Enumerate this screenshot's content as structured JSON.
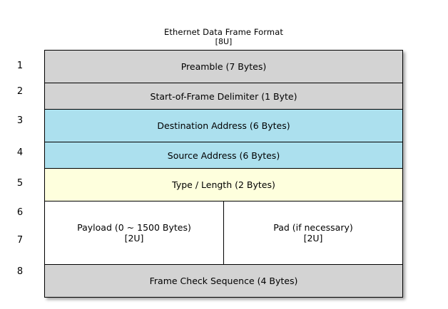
{
  "title": {
    "main": "Ethernet Data Frame Format",
    "sub": "[8U]"
  },
  "colors": {
    "header_grey": "#d3d3d3",
    "address_blue": "#ace0ee",
    "type_yellow": "#feffdd",
    "payload_white": "#ffffff",
    "border": "#000000",
    "background": "#ffffff"
  },
  "row_numbers": [
    "1",
    "2",
    "3",
    "4",
    "5",
    "6",
    "7",
    "8"
  ],
  "frame_rows": [
    {
      "number": "1",
      "label": "Preamble (7 Bytes)",
      "color_name": "header_grey"
    },
    {
      "number": "2",
      "label": "Start-of-Frame Delimiter (1 Byte)",
      "color_name": "header_grey"
    },
    {
      "number": "3",
      "label": "Destination Address (6 Bytes)",
      "color_name": "address_blue"
    },
    {
      "number": "4",
      "label": "Source Address (6 Bytes)",
      "color_name": "address_blue"
    },
    {
      "number": "5",
      "label": "Type / Length (2 Bytes)",
      "color_name": "type_yellow"
    },
    {
      "number": "6-7",
      "split": true,
      "left": {
        "label": "Payload (0 ~ 1500 Bytes)",
        "note": "[2U]"
      },
      "right": {
        "label": "Pad (if necessary)",
        "note": "[2U]"
      },
      "color_name": "payload_white"
    },
    {
      "number": "8",
      "label": "Frame Check Sequence (4 Bytes)",
      "color_name": "header_grey"
    }
  ]
}
